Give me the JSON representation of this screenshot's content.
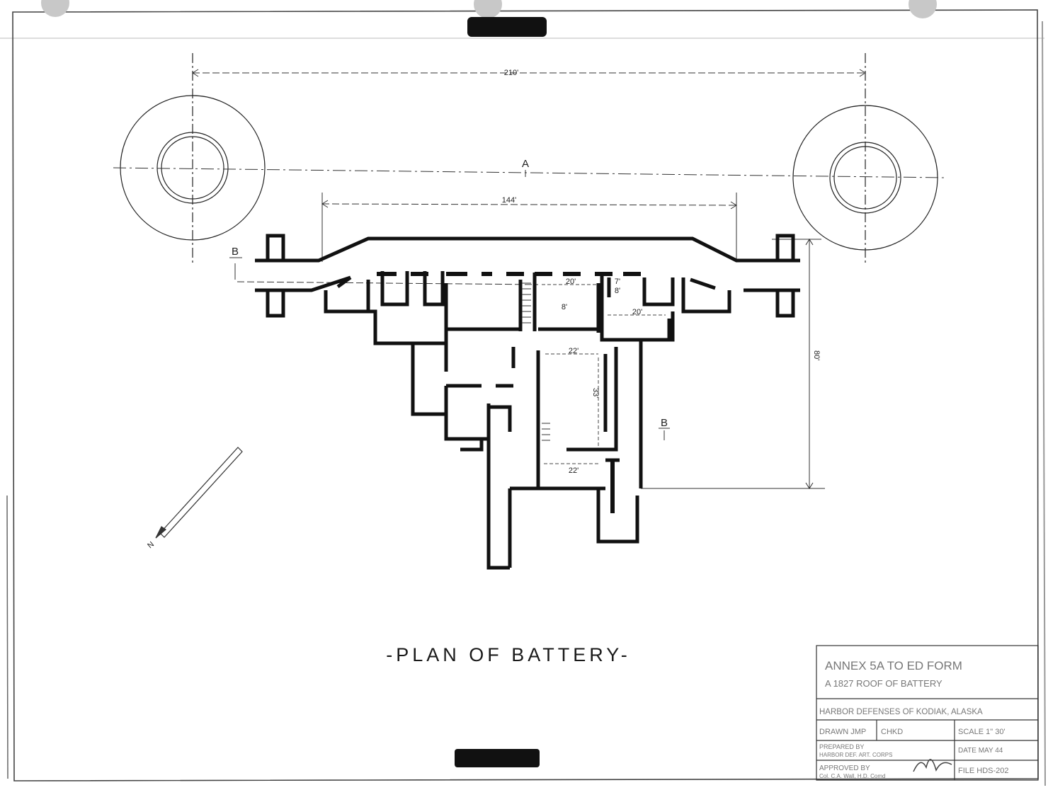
{
  "drawing": {
    "title": "-PLAN OF BATTERY-",
    "dimensions": {
      "gun_spacing": "210'",
      "inner_span": "144'",
      "depth": "80'",
      "room_20a": "20'",
      "room_20b": "20'",
      "room_8a": "8'",
      "room_8b": "8'",
      "room_7": "7'",
      "room_22a": "22'",
      "room_33": "33'",
      "room_22b": "22'"
    },
    "section_marks": {
      "a": "A",
      "b_left": "B",
      "b_right": "B"
    },
    "north_arrow": "N"
  },
  "title_block": {
    "annex_line1": "ANNEX 5A TO ED FORM",
    "annex_line2": "A 1827 ROOF OF BATTERY",
    "defenses": "HARBOR DEFENSES OF KODIAK, ALASKA",
    "drawn": "DRAWN JMP",
    "checked": "CHKD",
    "scale": "SCALE 1\" 30'",
    "prepared_line1": "PREPARED BY",
    "prepared_line2": "HARBOR DEF. ART. CORPS",
    "date": "DATE MAY 44",
    "approved_line1": "APPROVED BY",
    "approved_line2": "Col. C.A. Wall, H.D. Comd",
    "file": "FILE HDS-202"
  }
}
